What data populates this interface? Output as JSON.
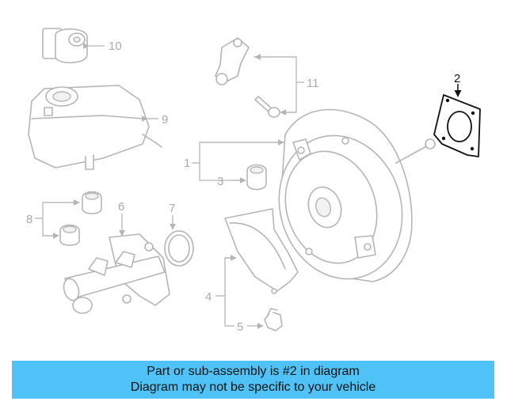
{
  "callouts": {
    "c1": "1",
    "c2": "2",
    "c3": "3",
    "c4": "4",
    "c5": "5",
    "c6": "6",
    "c7": "7",
    "c8": "8",
    "c9": "9",
    "c10": "10",
    "c11": "11"
  },
  "highlight": {
    "part_number": "2",
    "color": "#111111"
  },
  "banner": {
    "line1": "Part or sub-assembly is #2 in diagram",
    "line2": "Diagram may not be specific to your vehicle",
    "background": "#4fc3f7"
  }
}
